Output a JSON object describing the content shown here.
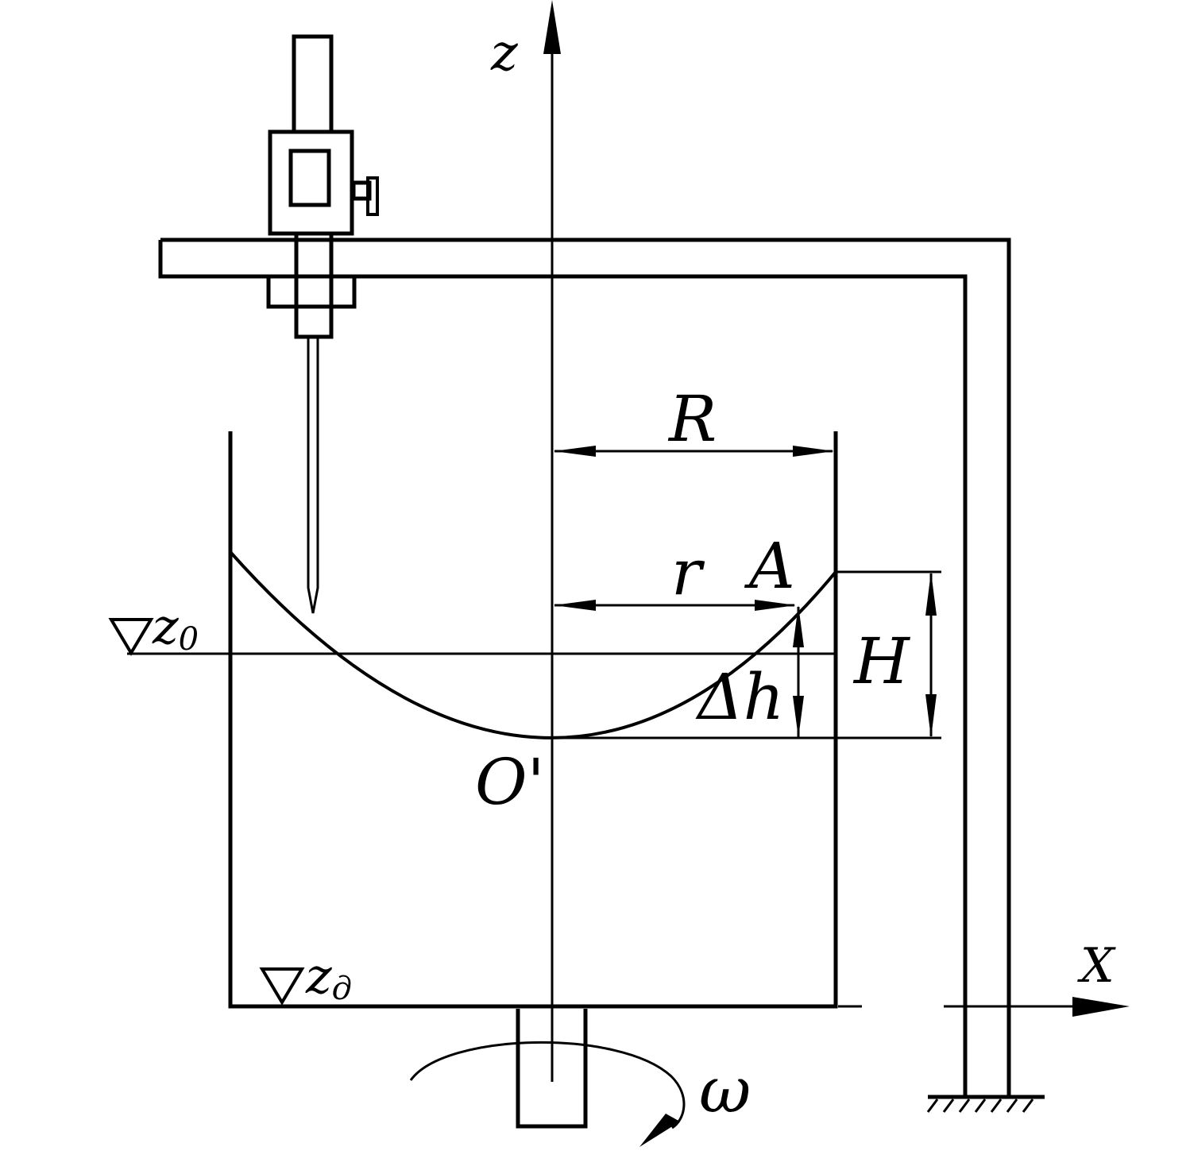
{
  "labels": {
    "z_axis": "z",
    "x_axis": "X",
    "outer_radius": "R",
    "radius": "r",
    "point_a": "A",
    "total_height": "H",
    "delta_h": "Δh",
    "vertex": "O'",
    "angular_velocity": "ω",
    "z0_symbol": "∇",
    "z0_letter": "z",
    "z0_sub": "0",
    "zd_symbol": "∇",
    "zd_letter": "z",
    "zd_sub": "д"
  },
  "colors": {
    "line": "#000000",
    "background": "#ffffff"
  }
}
